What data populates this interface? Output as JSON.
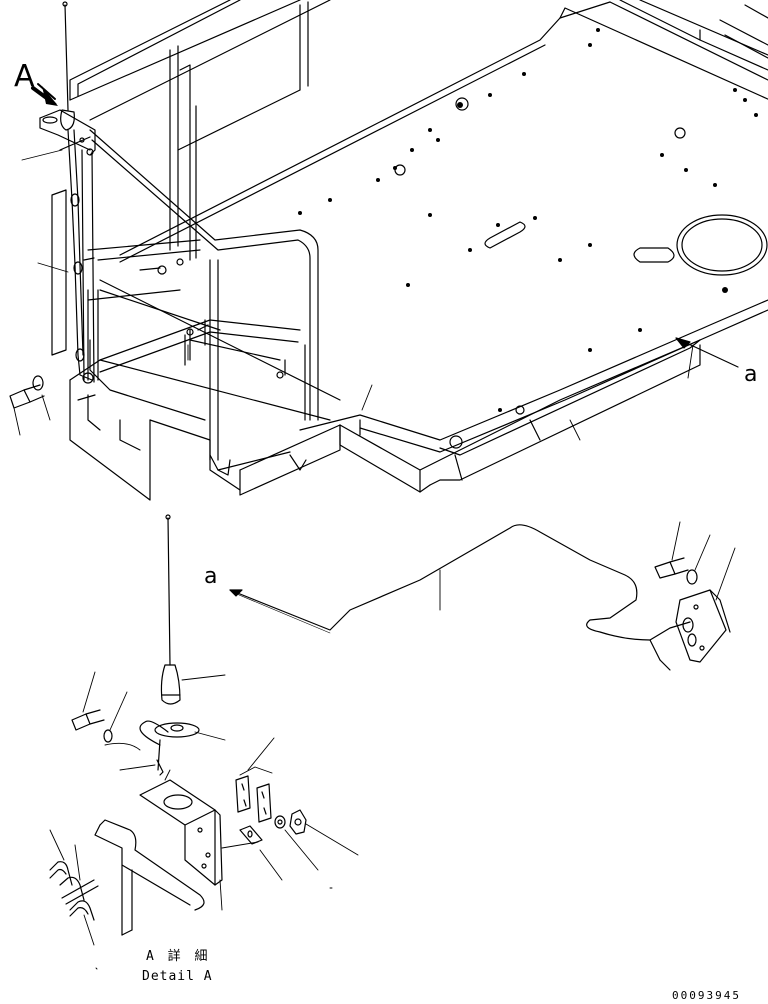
{
  "view_arrow_label": "A",
  "wire_end_label_upper": "a",
  "wire_end_label_lower": "a",
  "detail_title_jp": "A 詳 細",
  "detail_title_en": "Detail A",
  "drawing_number": "00093945"
}
